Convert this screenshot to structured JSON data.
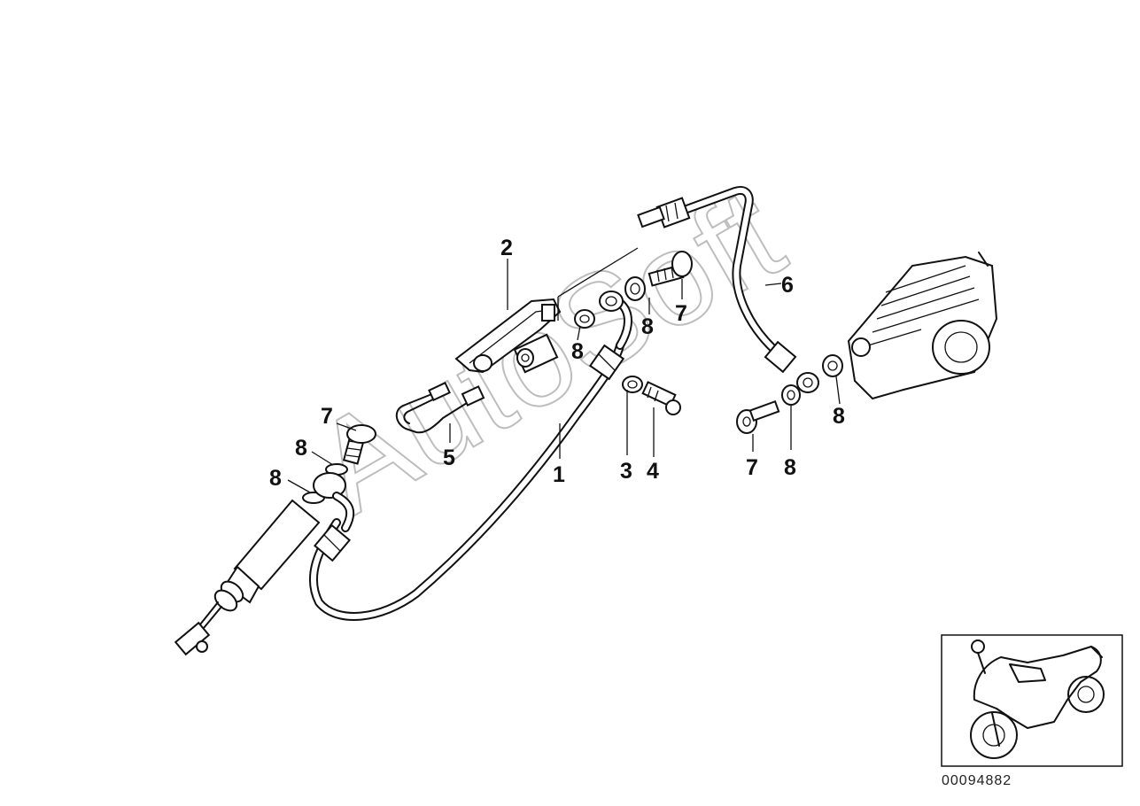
{
  "callouts": {
    "c1": "1",
    "c2": "2",
    "c3": "3",
    "c4": "4",
    "c5": "5",
    "c6": "6",
    "c7a": "7",
    "c7b": "7",
    "c7c": "7",
    "c8a": "8",
    "c8b": "8",
    "c8c": "8",
    "c8d": "8",
    "c8e": "8",
    "c8f": "8"
  },
  "watermark": "AutoSoft",
  "document_number": "00094882"
}
